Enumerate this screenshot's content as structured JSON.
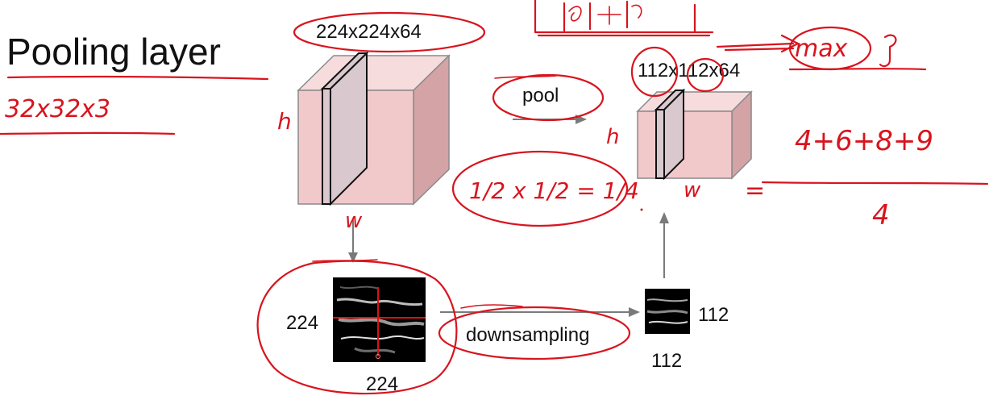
{
  "slide": {
    "title": "Pooling layer",
    "input_volume_label": "224x224x64",
    "output_volume_label": "112x112x64",
    "pool_label": "pool",
    "downsampling_label": "downsampling",
    "input_map_height": "224",
    "input_map_width": "224",
    "output_map_height": "112",
    "output_map_width": "112"
  },
  "handwriting": {
    "note_input": "32x32x3",
    "note_h_left": "h",
    "note_w_left": "w",
    "note_h_right": "h",
    "note_w_right": "w",
    "note_max": "max",
    "note_fraction": "1/2 x 1/2 = 1/4",
    "note_sum": "4+6+8+9",
    "note_divisor": "4",
    "note_equals": "="
  },
  "colors": {
    "cube_front": "#f2c9cb",
    "cube_top": "#f7dcdd",
    "cube_side": "#d4a3a6",
    "cube_edge": "#8a8a8a",
    "slice_fill": "#d9c8ce",
    "ink": "#d8141e",
    "arrow": "#7a7a7a",
    "feature_map_bg": "#000000"
  }
}
